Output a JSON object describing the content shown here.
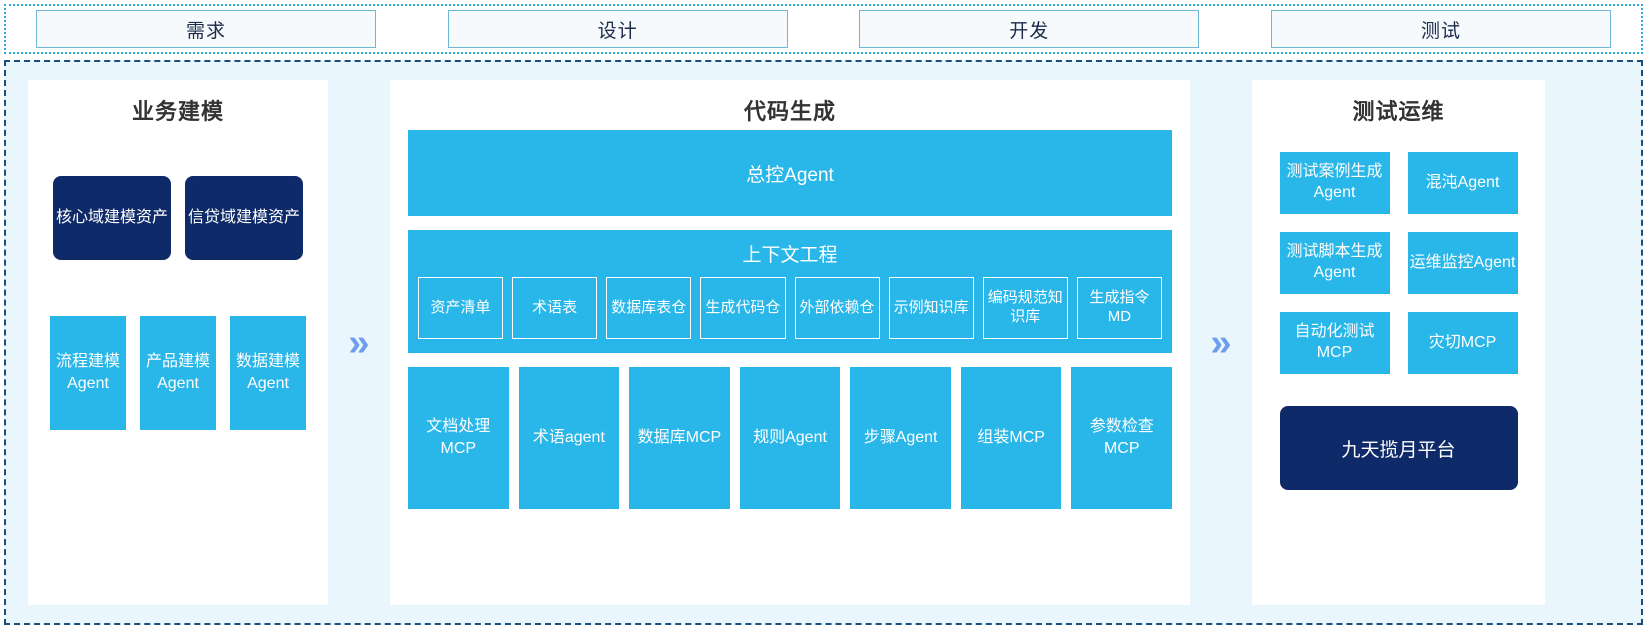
{
  "stages": [
    {
      "label": "需求"
    },
    {
      "label": "设计"
    },
    {
      "label": "开发"
    },
    {
      "label": "测试"
    }
  ],
  "separators": {
    "glyph": "»"
  },
  "colors": {
    "accent_blue": "#29b6e8",
    "dark_navy": "#0e2a68",
    "panel_bg": "#ffffff",
    "area_bg": "#eaf6fd",
    "chevron": "#6c9eeb",
    "stage_border": "#6fb9d6",
    "area_border": "#1b4f7a"
  },
  "left_panel": {
    "title": "业务建模",
    "assets": [
      {
        "label": "核心域建模资产"
      },
      {
        "label": "信贷域建模资产"
      }
    ],
    "agents": [
      {
        "label": "流程建模Agent"
      },
      {
        "label": "产品建模Agent"
      },
      {
        "label": "数据建模Agent"
      }
    ]
  },
  "center_panel": {
    "title": "代码生成",
    "master_agent": "总控Agent",
    "context": {
      "title": "上下文工程",
      "items": [
        {
          "label": "资产清单"
        },
        {
          "label": "术语表"
        },
        {
          "label": "数据库表仓"
        },
        {
          "label": "生成代码仓"
        },
        {
          "label": "外部依赖仓"
        },
        {
          "label": "示例知识库"
        },
        {
          "label": "编码规范知识库"
        },
        {
          "label": "生成指令MD"
        }
      ]
    },
    "tools": [
      {
        "label": "文档处理MCP"
      },
      {
        "label": "术语agent"
      },
      {
        "label": "数据库MCP"
      },
      {
        "label": "规则Agent"
      },
      {
        "label": "步骤Agent"
      },
      {
        "label": "组装MCP"
      },
      {
        "label": "参数检查MCP"
      }
    ]
  },
  "right_panel": {
    "title": "测试运维",
    "cards": [
      {
        "label": "测试案例生成Agent"
      },
      {
        "label": "混沌Agent"
      },
      {
        "label": "测试脚本生成Agent"
      },
      {
        "label": "运维监控Agent"
      },
      {
        "label": "自动化测试MCP"
      },
      {
        "label": "灾切MCP"
      }
    ],
    "platform": "九天揽月平台"
  }
}
